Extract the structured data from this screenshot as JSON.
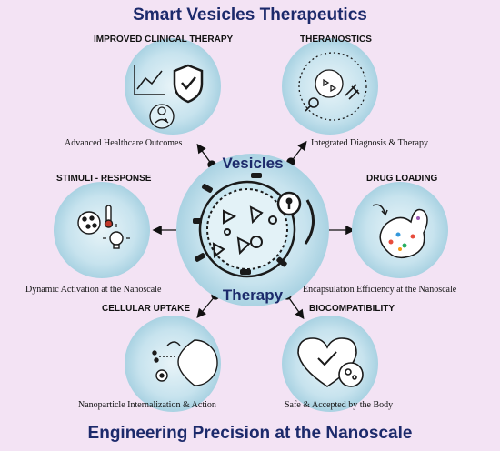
{
  "title": "Smart Vesicles Therapeutics",
  "subtitle": "Engineering Precision at the Nanoscale",
  "center": {
    "top": "Vesicles",
    "bottom": "Therapy"
  },
  "nodes": {
    "clinical": {
      "heading": "IMPROVED CLINICAL THERAPY",
      "caption": "Advanced Healthcare Outcomes",
      "icons": [
        "trend-chart-icon",
        "shield-check-icon",
        "doctor-icon"
      ]
    },
    "theranostics": {
      "heading": "THERANOSTICS",
      "caption": "Integrated Diagnosis & Therapy",
      "icons": [
        "nanoparticle-icon",
        "magnifier-icon",
        "syringe-icon"
      ]
    },
    "stimuli": {
      "heading": "STIMULI - RESPONSE",
      "caption": "Dynamic Activation at the Nanoscale",
      "icons": [
        "particles-dish-icon",
        "thermometer-icon",
        "lightbulb-icon"
      ]
    },
    "drug": {
      "heading": "DRUG LOADING",
      "caption": "Encapsulation Efficiency at the  Nanoscale",
      "icons": [
        "vesicle-loading-icon"
      ]
    },
    "uptake": {
      "heading": "CELLULAR UPTAKE",
      "caption": "Nanoparticle Internalization & Action",
      "icons": [
        "cell-uptake-icon"
      ]
    },
    "biocompat": {
      "heading": "BIOCOMPATIBILITY",
      "caption": "Safe & Accepted by the Body",
      "icons": [
        "heart-check-icon"
      ]
    }
  },
  "colors": {
    "title": "#1c2a6b",
    "background": "#f3e3f4",
    "circle": "#b8dce9",
    "center_ring": "#a6d0e0"
  }
}
